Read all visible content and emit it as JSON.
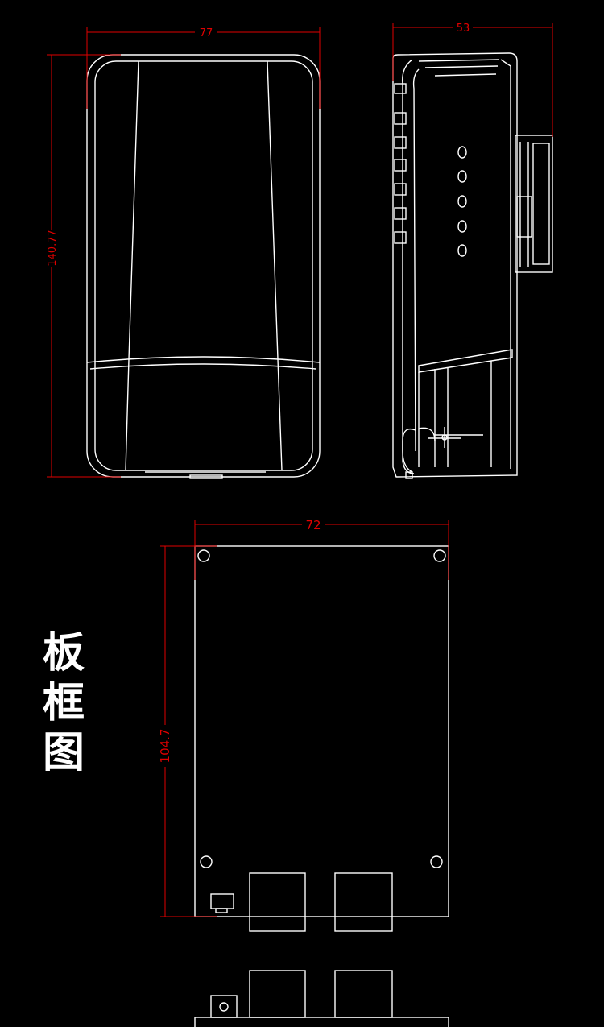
{
  "front_view": {
    "width_label": "77",
    "height_label": "140.77"
  },
  "side_view": {
    "depth_label": "53"
  },
  "board_frame": {
    "width_label": "72",
    "height_label": "104.7",
    "title_chars": [
      "板",
      "框",
      "图"
    ]
  },
  "colors": {
    "background": "#000000",
    "outline": "#ffffff",
    "dimension": "#e00000"
  }
}
